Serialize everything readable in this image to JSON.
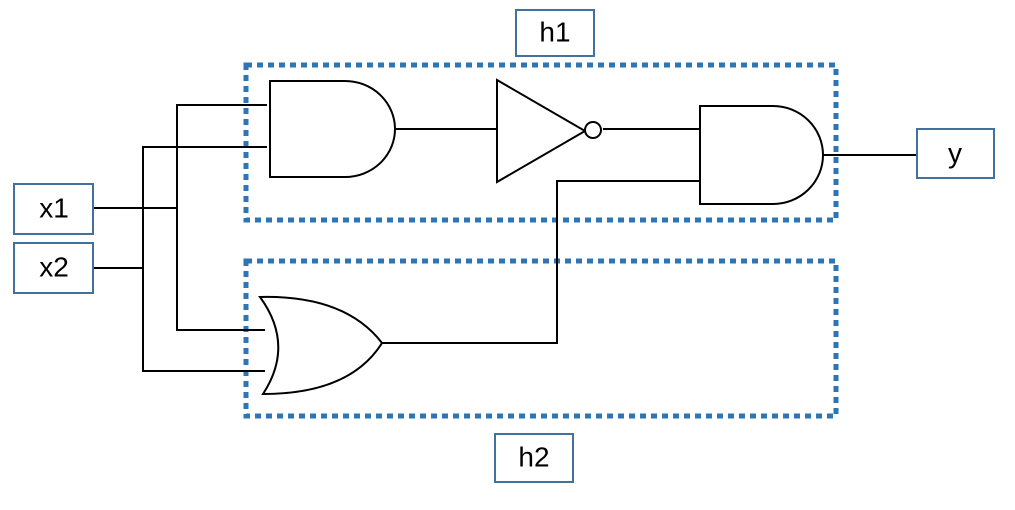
{
  "labels": {
    "x1": "x1",
    "x2": "x2",
    "y": "y",
    "h1": "h1",
    "h2": "h2"
  },
  "gates": {
    "h1": [
      "and",
      "not",
      "and"
    ],
    "h2": [
      "or"
    ]
  },
  "colors": {
    "frame": "#2E75B6",
    "label_border": "#41719C",
    "wire": "#000000"
  }
}
